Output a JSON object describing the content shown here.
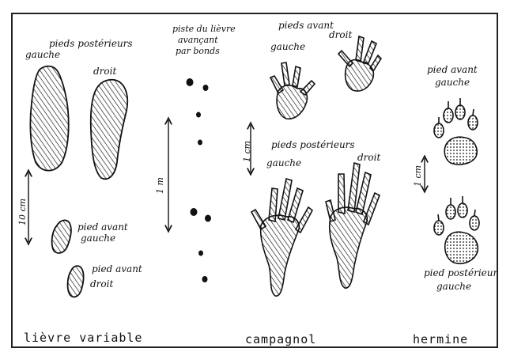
{
  "hare": {
    "hind_feet_title": "pieds postérieurs",
    "left_label": "gauche",
    "right_label": "droit",
    "scale_label": "10 cm",
    "front_left_label": "pied avant",
    "front_left_side": "gauche",
    "front_right_label": "pied avant",
    "front_right_side": "droit",
    "caption": "lièvre variable"
  },
  "track": {
    "line1": "piste du lièvre",
    "line2": "avançant",
    "line3": "par bonds",
    "scale_label": "1 m"
  },
  "vole": {
    "front_title": "pieds avant",
    "front_right_label": "droit",
    "front_left_label": "gauche",
    "scale_label": "1 cm",
    "hind_title": "pieds postérieurs",
    "hind_right_label": "droit",
    "hind_left_label": "gauche",
    "caption": "campagnol"
  },
  "stoat": {
    "front_label": "pied avant",
    "front_side": "gauche",
    "scale_label": "1 cm",
    "hind_label": "pied postérieur",
    "hind_side": "gauche",
    "caption": "hermine"
  }
}
